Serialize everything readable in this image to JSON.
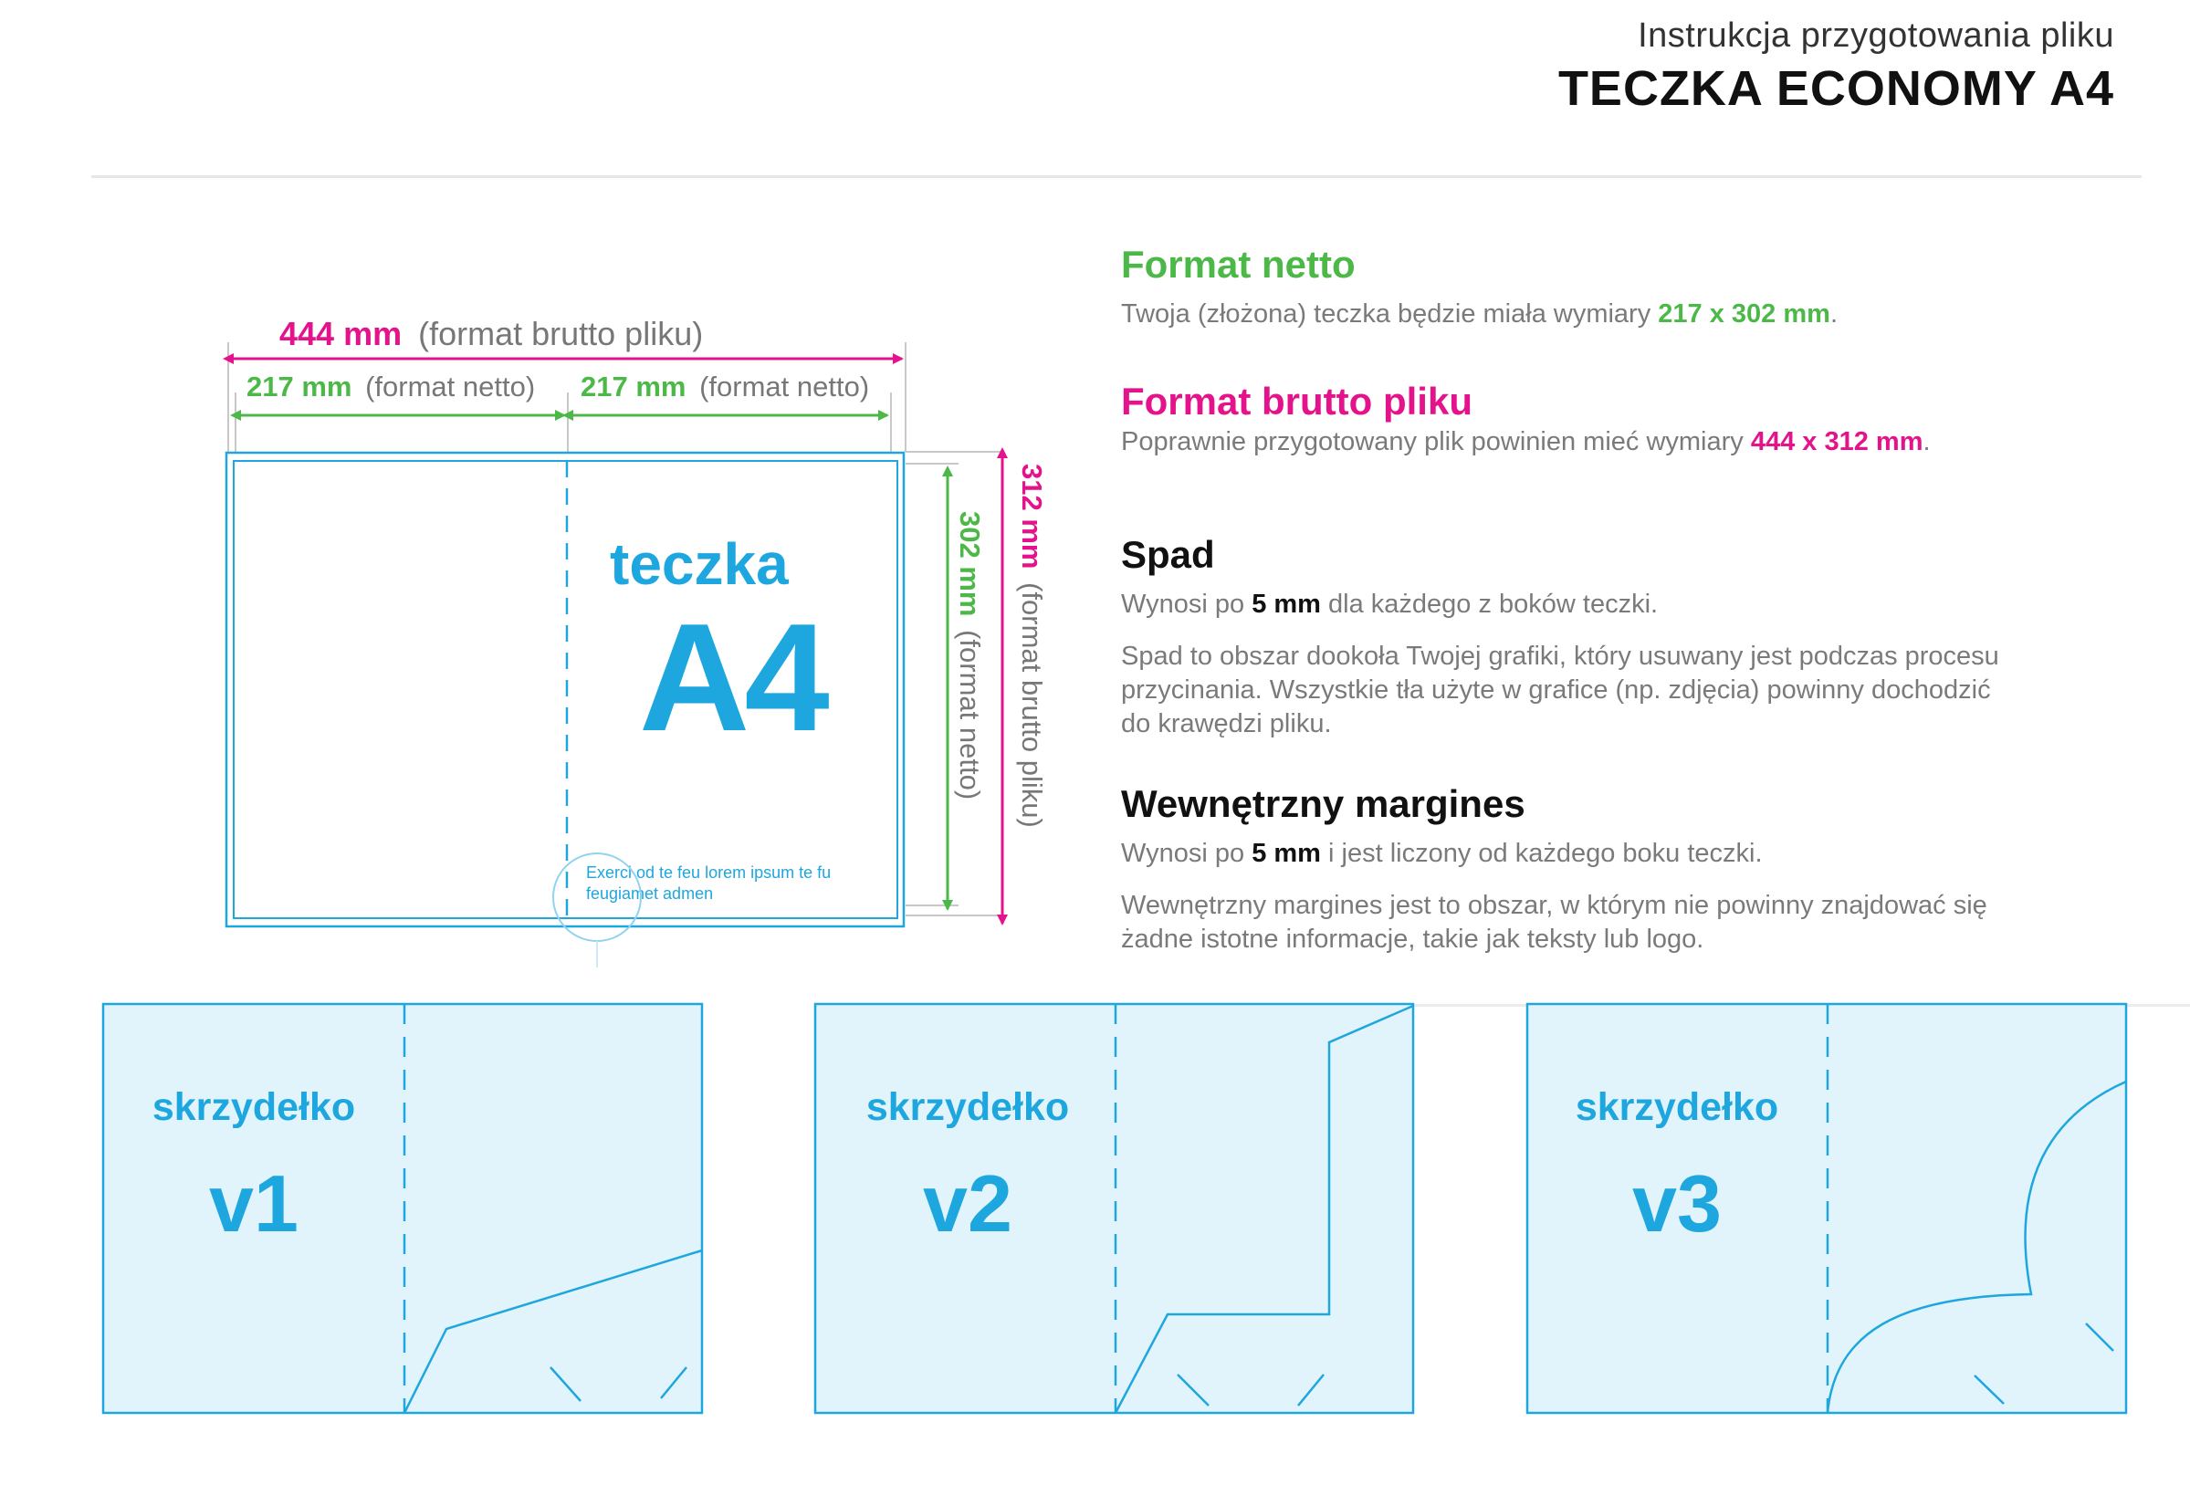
{
  "header": {
    "subtitle": "Instrukcja przygotowania pliku",
    "title": "TECZKA ECONOMY A4"
  },
  "colors": {
    "green": "#4cb848",
    "magenta": "#e5138b",
    "cyan": "#1ea6df",
    "cyan_fill": "#e1f3fb",
    "gray_text": "#7a7a7a"
  },
  "diagram": {
    "width_brutto": {
      "value": "444 mm",
      "note": "(format brutto pliku)"
    },
    "width_netto_left": {
      "value": "217 mm",
      "note": "(format netto)"
    },
    "width_netto_right": {
      "value": "217 mm",
      "note": "(format netto)"
    },
    "height_netto": {
      "value": "302 mm",
      "note": "(format netto)"
    },
    "height_brutto": {
      "value": "312 mm",
      "note": "(format brutto pliku)"
    },
    "label_word": "teczka",
    "label_size": "A4",
    "sample_text_line1": "Exerci od te feu lorem ipsum te fu",
    "sample_text_line2": "feugiamet admen"
  },
  "sections": {
    "netto": {
      "heading": "Format netto",
      "text_before": "Twoja (złożona) teczka będzie miała wymiary ",
      "highlight": "217 x 302 mm",
      "text_after": "."
    },
    "brutto": {
      "heading": "Format brutto pliku",
      "text_before": "Poprawnie przygotowany plik powinien mieć wymiary ",
      "highlight": "444 x 312 mm",
      "text_after": "."
    },
    "spad": {
      "heading": "Spad",
      "text_before": "Wynosi po ",
      "highlight": "5 mm",
      "text_after": " dla każdego z boków teczki.",
      "description_lines": [
        "Spad to obszar dookoła Twojej grafiki, który usuwany jest podczas procesu",
        "przycinania. Wszystkie tła użyte w grafice (np. zdjęcia) powinny dochodzić",
        "do krawędzi pliku."
      ]
    },
    "margin": {
      "heading": "Wewnętrzny margines",
      "text_before": "Wynosi po ",
      "highlight": "5 mm",
      "text_after": " i jest liczony od każdego boku teczki.",
      "description_lines": [
        "Wewnętrzny margines jest to obszar, w którym nie powinny znajdować się",
        "żadne istotne informacje, takie jak teksty lub logo."
      ]
    }
  },
  "variants": [
    {
      "label": "skrzydełko",
      "version": "v1"
    },
    {
      "label": "skrzydełko",
      "version": "v2"
    },
    {
      "label": "skrzydełko",
      "version": "v3"
    }
  ]
}
